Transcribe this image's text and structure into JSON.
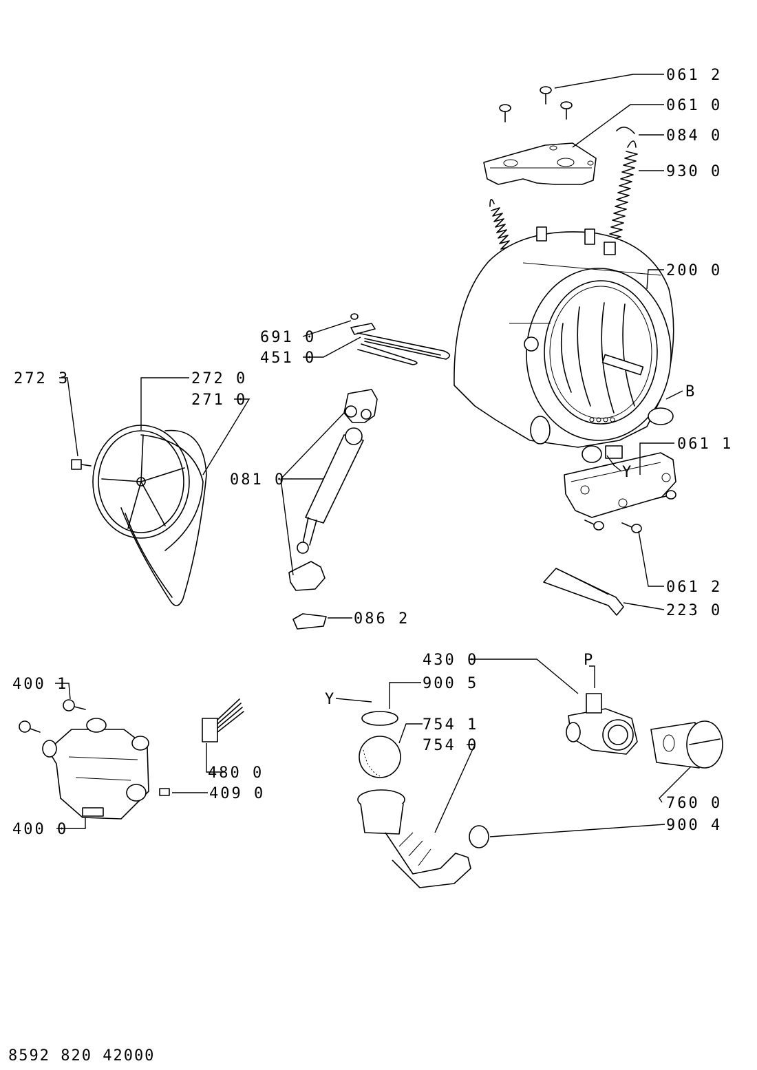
{
  "parts": {
    "p0612_top": "061 2",
    "p0610": "061 0",
    "p0840": "084 0",
    "p9300": "930 0",
    "p2000": "200 0",
    "p6910": "691 0",
    "p4510": "451 0",
    "p2723": "272 3",
    "p2720": "272 0",
    "p2710": "271 0",
    "pB": "B",
    "p0611": "061 1",
    "pY_tub": "Y",
    "p0810": "081 0",
    "p0612_bottom": "061 2",
    "p2230": "223 0",
    "p0862": "086 2",
    "p4300": "430 0",
    "pP": "P",
    "p4001": "400 1",
    "pY_seal": "Y",
    "p9005": "900 5",
    "p7541": "754 1",
    "p7540": "754 0",
    "p4800": "480 0",
    "p4090": "409 0",
    "p7600": "760 0",
    "p4000": "400 0",
    "p9004": "900 4"
  },
  "document_number": "8592 820 42000"
}
